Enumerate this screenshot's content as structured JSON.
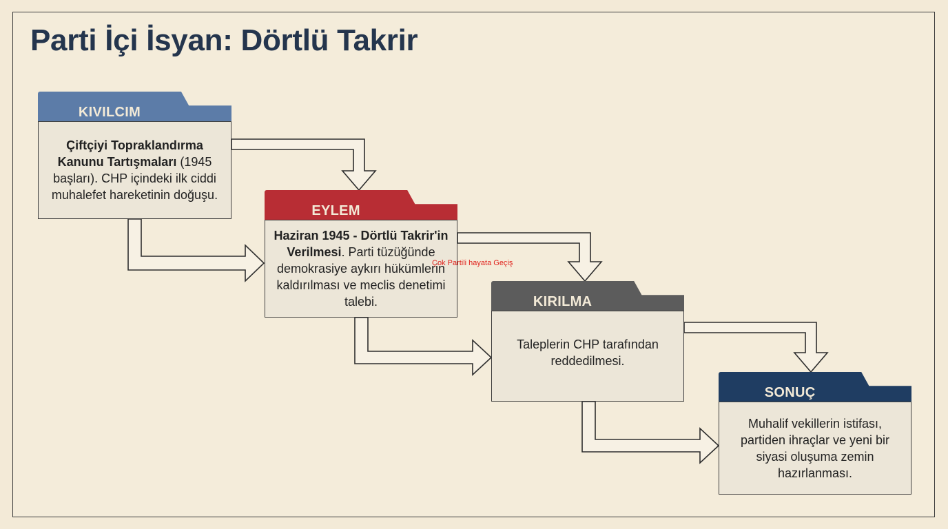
{
  "title": "Parti İçi İsyan: Dörtlü Takrir",
  "overlay_text": "Çok Partili hayata Geçiş",
  "colors": {
    "blue": "#5c7ca8",
    "red": "#b82d34",
    "gray": "#5c5c5c",
    "navy": "#1f3d62",
    "background": "#f4ecda"
  },
  "stages": [
    {
      "tab": "KIVILCIM",
      "bold": "Çiftçiyi Topraklandırma Kanunu Tartışmaları",
      "text": " (1945 başları). CHP içindeki ilk ciddi muhalefet hareketinin doğuşu."
    },
    {
      "tab": "EYLEM",
      "bold": "Haziran 1945 - Dörtlü Takrir'in Verilmesi",
      "text": ". Parti tüzüğünde demokrasiye aykırı hükümlerin kaldırılması ve meclis denetimi talebi."
    },
    {
      "tab": "KIRILMA",
      "bold": "",
      "text": "Taleplerin CHP tarafından reddedilmesi."
    },
    {
      "tab": "SONUÇ",
      "bold": "",
      "text": "Muhalif vekillerin istifası, partiden ihraçlar ve yeni bir siyasi oluşuma zemin hazırlanması."
    }
  ]
}
